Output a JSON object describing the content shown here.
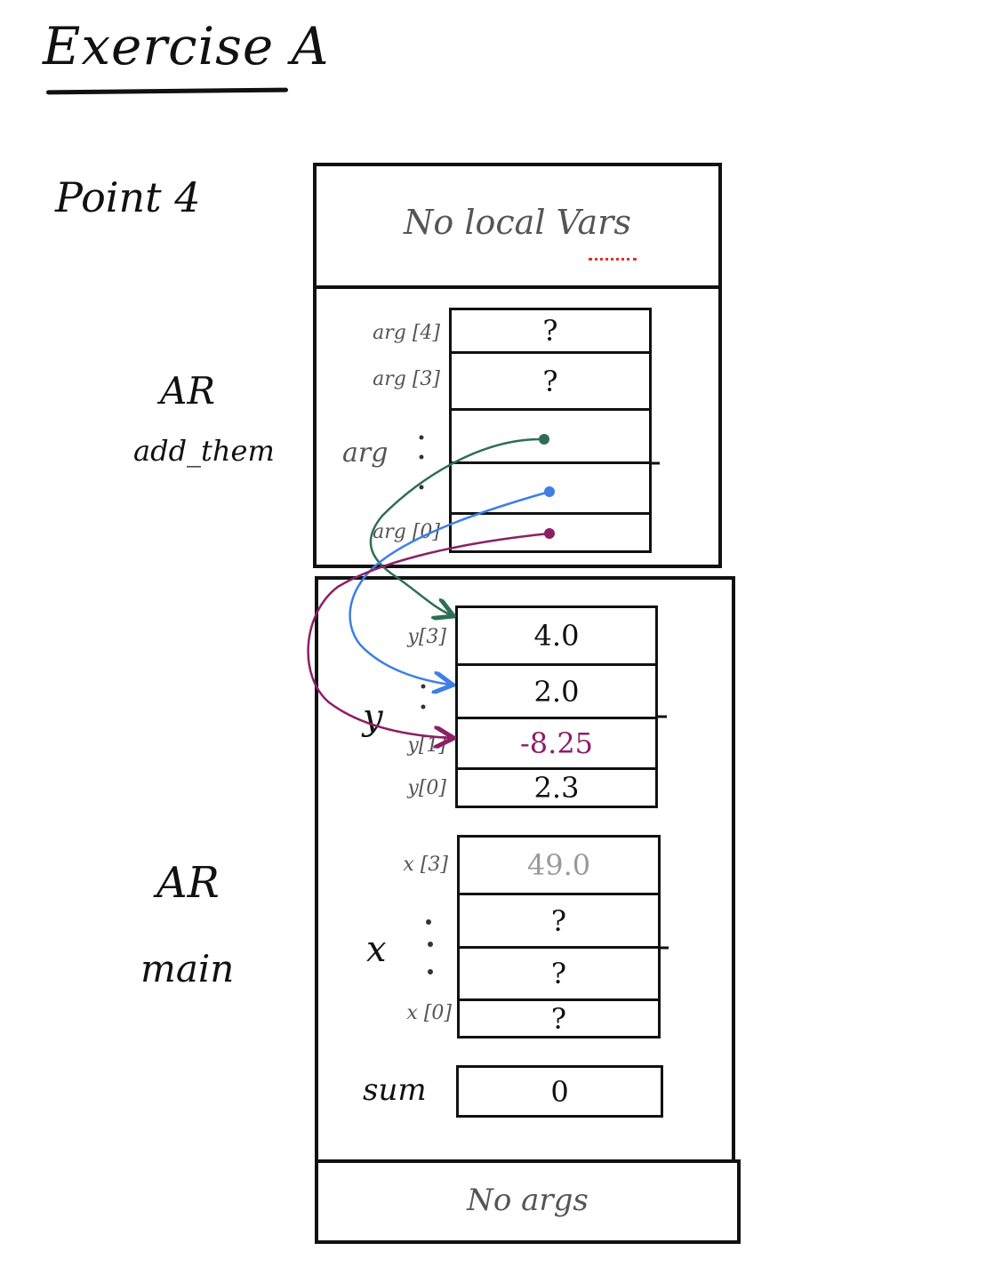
{
  "title": "Exercise A",
  "point": "Point 4",
  "add_them": {
    "ar": "AR",
    "name": "add_them",
    "locals_text": "No local Vars",
    "locals_underlined_word": "Vars",
    "arg_group_label": "arg",
    "labels": [
      "arg [4]",
      "arg [3]",
      "arg [0]"
    ],
    "cells": [
      "?",
      "?",
      "",
      "",
      ""
    ]
  },
  "main": {
    "ar": "AR",
    "name": "main",
    "y_group_label": "y",
    "y_labels": [
      "y[3]",
      "y[1]",
      "y[0]"
    ],
    "y_cells": [
      "4.0",
      "2.0",
      "-8.25",
      "2.3"
    ],
    "x_group_label": "x",
    "x_labels": [
      "x [3]",
      "x [0]"
    ],
    "x_cells": [
      "49.0",
      "?",
      "?",
      "?"
    ],
    "sum_label": "sum",
    "sum_value": "0",
    "args_text": "No args"
  },
  "colors": {
    "ink": "#111111",
    "pointer_green": "#2e6e55",
    "pointer_blue": "#3d7fe6",
    "pointer_purple": "#8c1f66",
    "faded": "#9a9a9a",
    "squiggle": "#e03030"
  }
}
